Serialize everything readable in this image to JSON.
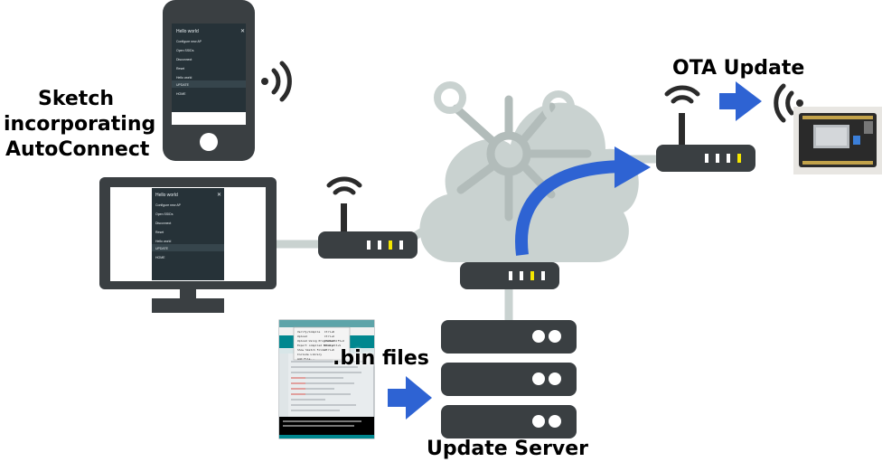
{
  "labels": {
    "sketch_line1": "Sketch",
    "sketch_line2": "incorporating",
    "sketch_line3": "AutoConnect",
    "ota": "OTA Update",
    "bin_files": ".bin files",
    "update_server": "Update Server"
  },
  "phone_menu": {
    "title": "Hello world",
    "items": [
      "Configure new AP",
      "Open SSIDs",
      "Disconnect",
      "Reset",
      "Hello world",
      "UPDATE",
      "HOME"
    ]
  },
  "monitor_menu": {
    "title": "Hello world",
    "items": [
      "Configure new AP",
      "Open SSIDs",
      "Disconnect",
      "Reset",
      "Hello world",
      "UPDATE",
      "HOME"
    ]
  },
  "ide_menu": {
    "items": [
      "Verify/Compile",
      "Upload",
      "Upload Using Programmer",
      "Export compiled Binary",
      "Show Sketch Folder",
      "Include Library",
      "Add File..."
    ],
    "shortcuts": [
      "Ctrl+R",
      "Ctrl+U",
      "Ctrl+Shift+U",
      "Ctrl+Alt+S",
      "Ctrl+K",
      "",
      ""
    ]
  },
  "colors": {
    "device_dark": "#3a3f42",
    "screen_dark": "#263238",
    "cloud": "#c9d2d0",
    "cloud_line": "#b2bcba",
    "arrow_blue": "#2e63d3",
    "led_white": "#ffffff",
    "led_yellow": "#f5e700"
  },
  "icons": {
    "router": "router-icon",
    "cloud": "cloud-icon",
    "server": "server-icon",
    "wifi": "wifi-icon",
    "board": "esp8266-board-icon"
  }
}
